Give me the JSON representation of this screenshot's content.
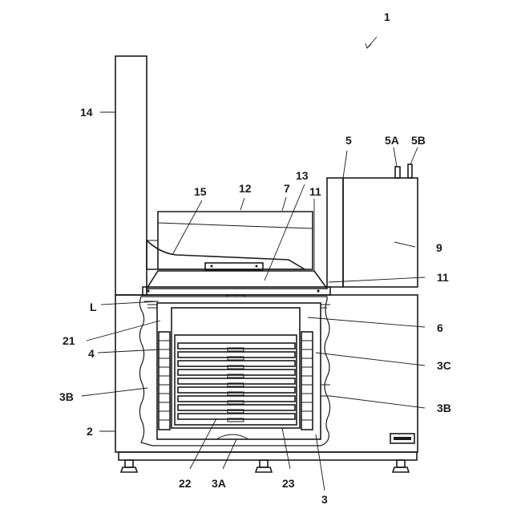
{
  "labels": {
    "r1": "1",
    "r14": "14",
    "r5": "5",
    "r5A": "5A",
    "r5B": "5B",
    "r13": "13",
    "r15": "15",
    "r12": "12",
    "r7": "7",
    "r11a": "11",
    "r9": "9",
    "r11b": "11",
    "rL": "L",
    "r21": "21",
    "r6": "6",
    "r4": "4",
    "r3C": "3C",
    "r3Bl": "3B",
    "r3Br": "3B",
    "r2": "2",
    "r22": "22",
    "r3A": "3A",
    "r23": "23",
    "r3": "3"
  }
}
